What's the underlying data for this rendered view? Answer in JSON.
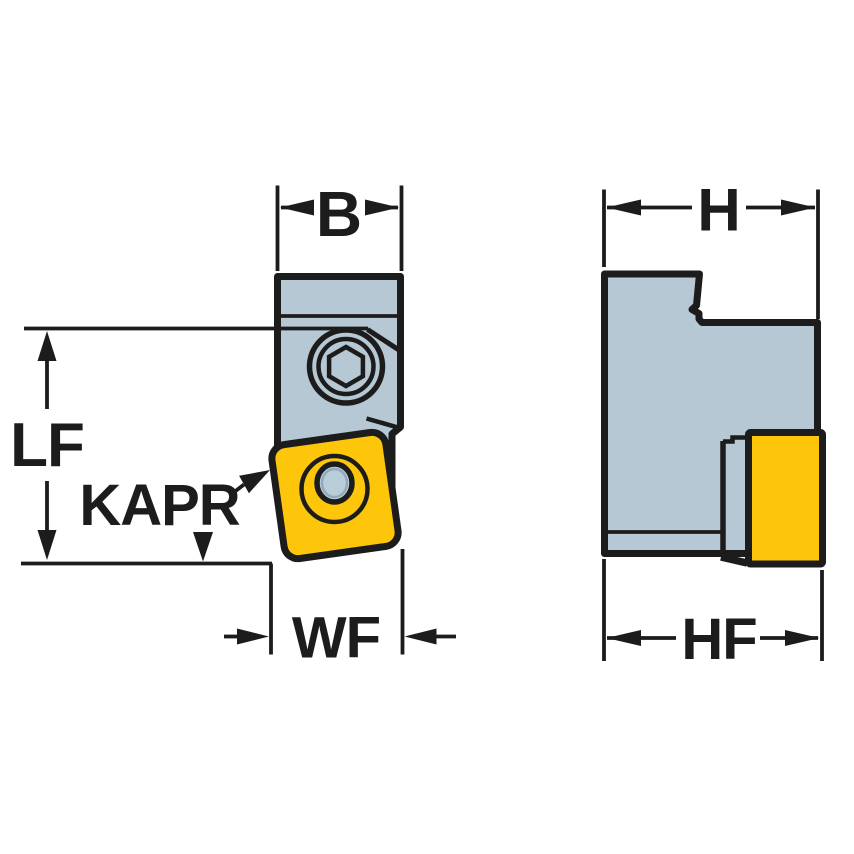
{
  "diagram": {
    "type": "technical-drawing",
    "subject": "Indexable-insert cartridge dimensional drawing, front and side views",
    "labels": {
      "b": "B",
      "h": "H",
      "lf": "LF",
      "kapr": "KAPR",
      "wf": "WF",
      "hf": "HF"
    },
    "colors": {
      "background": "#ffffff",
      "body": "#b6c8d4",
      "insert": "#fdc60b",
      "outline": "#1c1c1c",
      "hole": "#b9cdd8",
      "hole_ring": "#92aab9"
    }
  }
}
